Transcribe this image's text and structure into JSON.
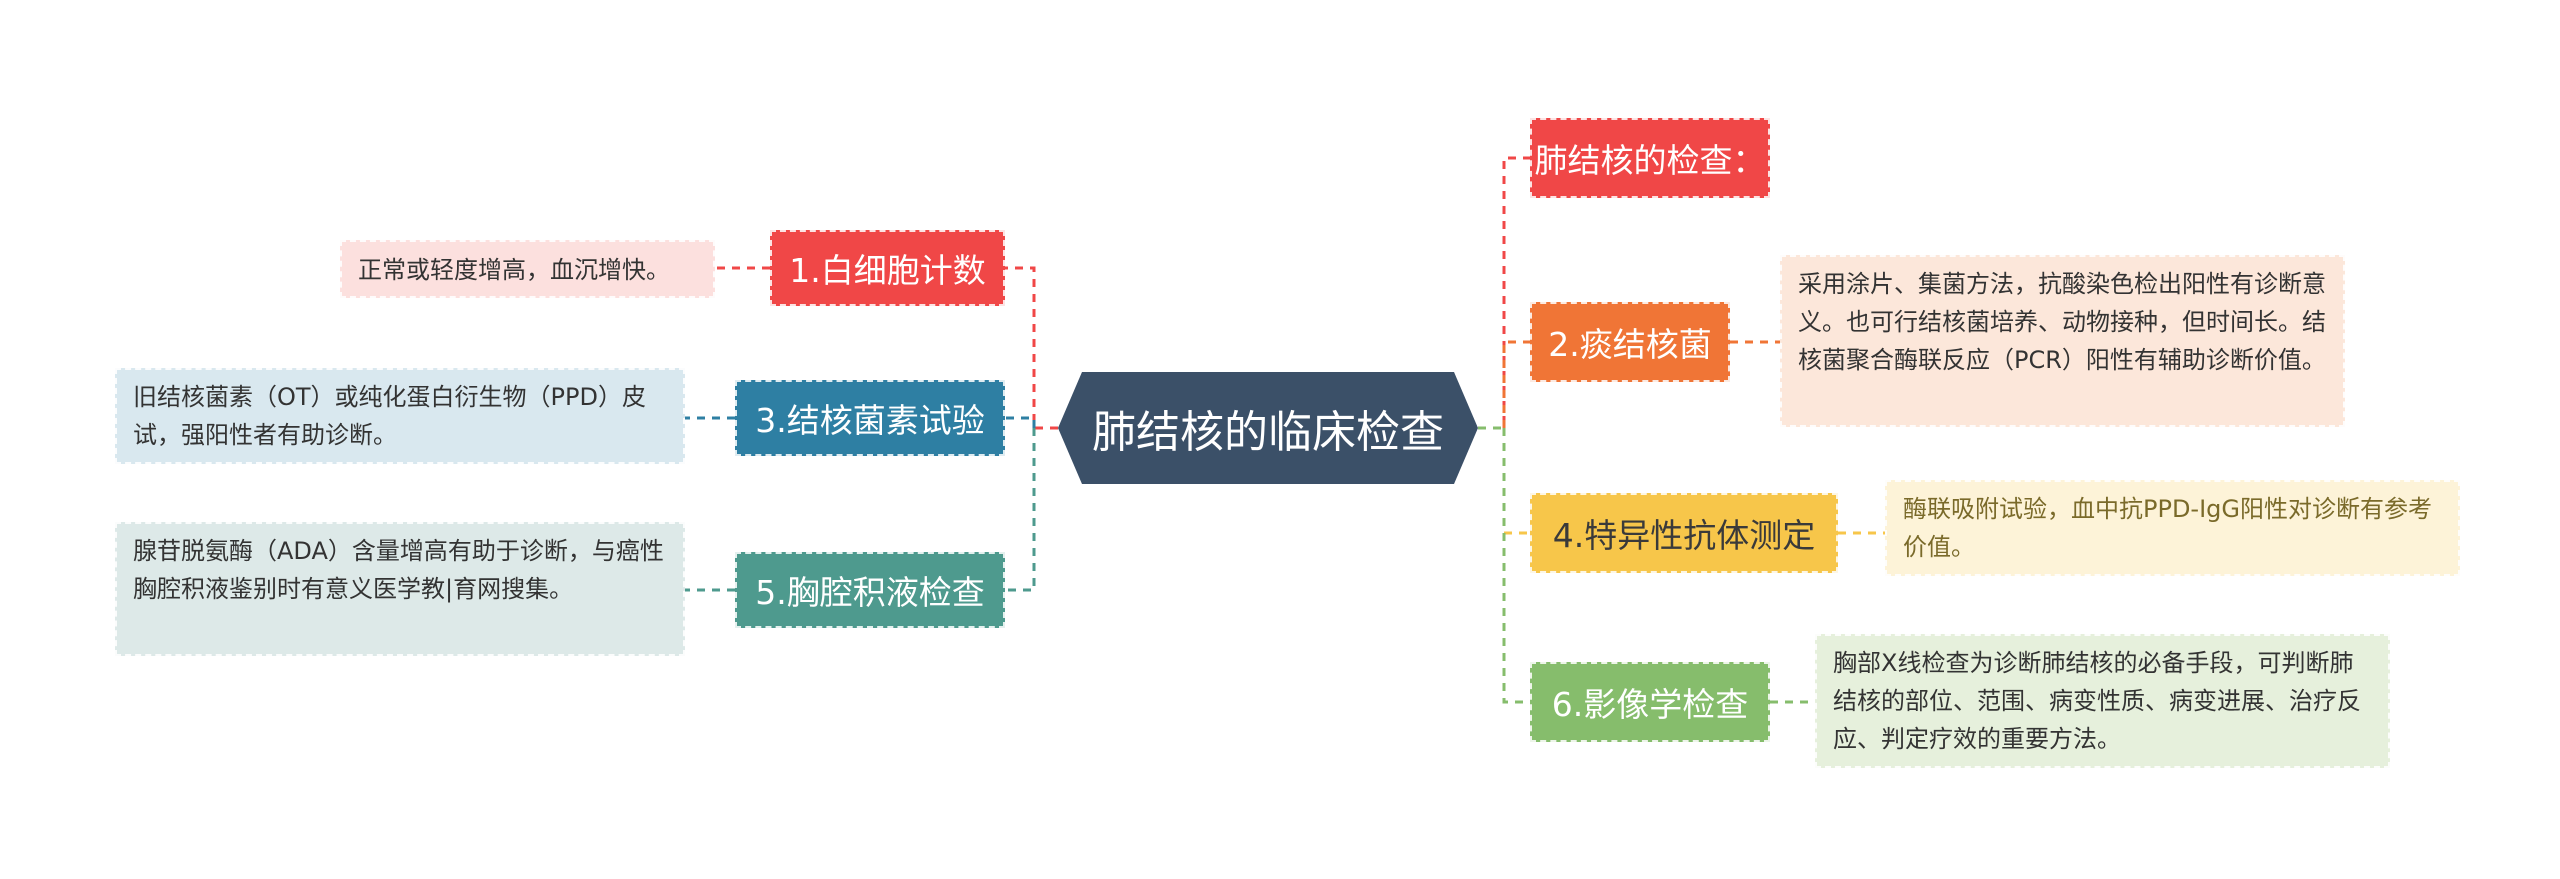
{
  "center": {
    "label": "肺结核的临床检查"
  },
  "branches": {
    "wbc": {
      "label": "1.白细胞计数",
      "note": "正常或轻度增高，血沉增快。"
    },
    "sputum": {
      "label": "2.痰结核菌",
      "note": "采用涂片、集菌方法，抗酸染色检出阳性有诊断意义。也可行结核菌培养、动物接种，但时间长。结核菌聚合酶联反应（PCR）阳性有辅助诊断价值。"
    },
    "tb_test": {
      "label": "3.结核菌素试验",
      "note": "旧结核菌素（OT）或纯化蛋白衍生物（PPD）皮试，强阳性者有助诊断。"
    },
    "antibody": {
      "label": "4.特异性抗体测定",
      "note": "酶联吸附试验，血中抗PPD-IgG阳性对诊断有参考价值。"
    },
    "pleural": {
      "label": "5.胸腔积液检查",
      "note": "腺苷脱氨酶（ADA）含量增高有助于诊断，与癌性胸腔积液鉴别时有意义医学教|育网搜集。"
    },
    "imaging": {
      "label": "6.影像学检查",
      "note": "胸部X线检查为诊断肺结核的必备手段，可判断肺结核的部位、范围、病变性质、病变进展、治疗反应、判定疗效的重要方法。"
    },
    "header": {
      "label": "肺结核的检查："
    }
  },
  "colors": {
    "center": "#3b5068",
    "red": "#f04747",
    "orange": "#f07536",
    "blue": "#2e7fa3",
    "yellow": "#f7c64a",
    "teal": "#4e9a8e",
    "green": "#86bd6c",
    "red_note": "#fce0de",
    "orange_note": "#fce7da",
    "blue_note": "#d9e8ef",
    "yellow_note": "#fdf3d8",
    "teal_note": "#dde9e8",
    "green_note": "#e6f0dc"
  }
}
